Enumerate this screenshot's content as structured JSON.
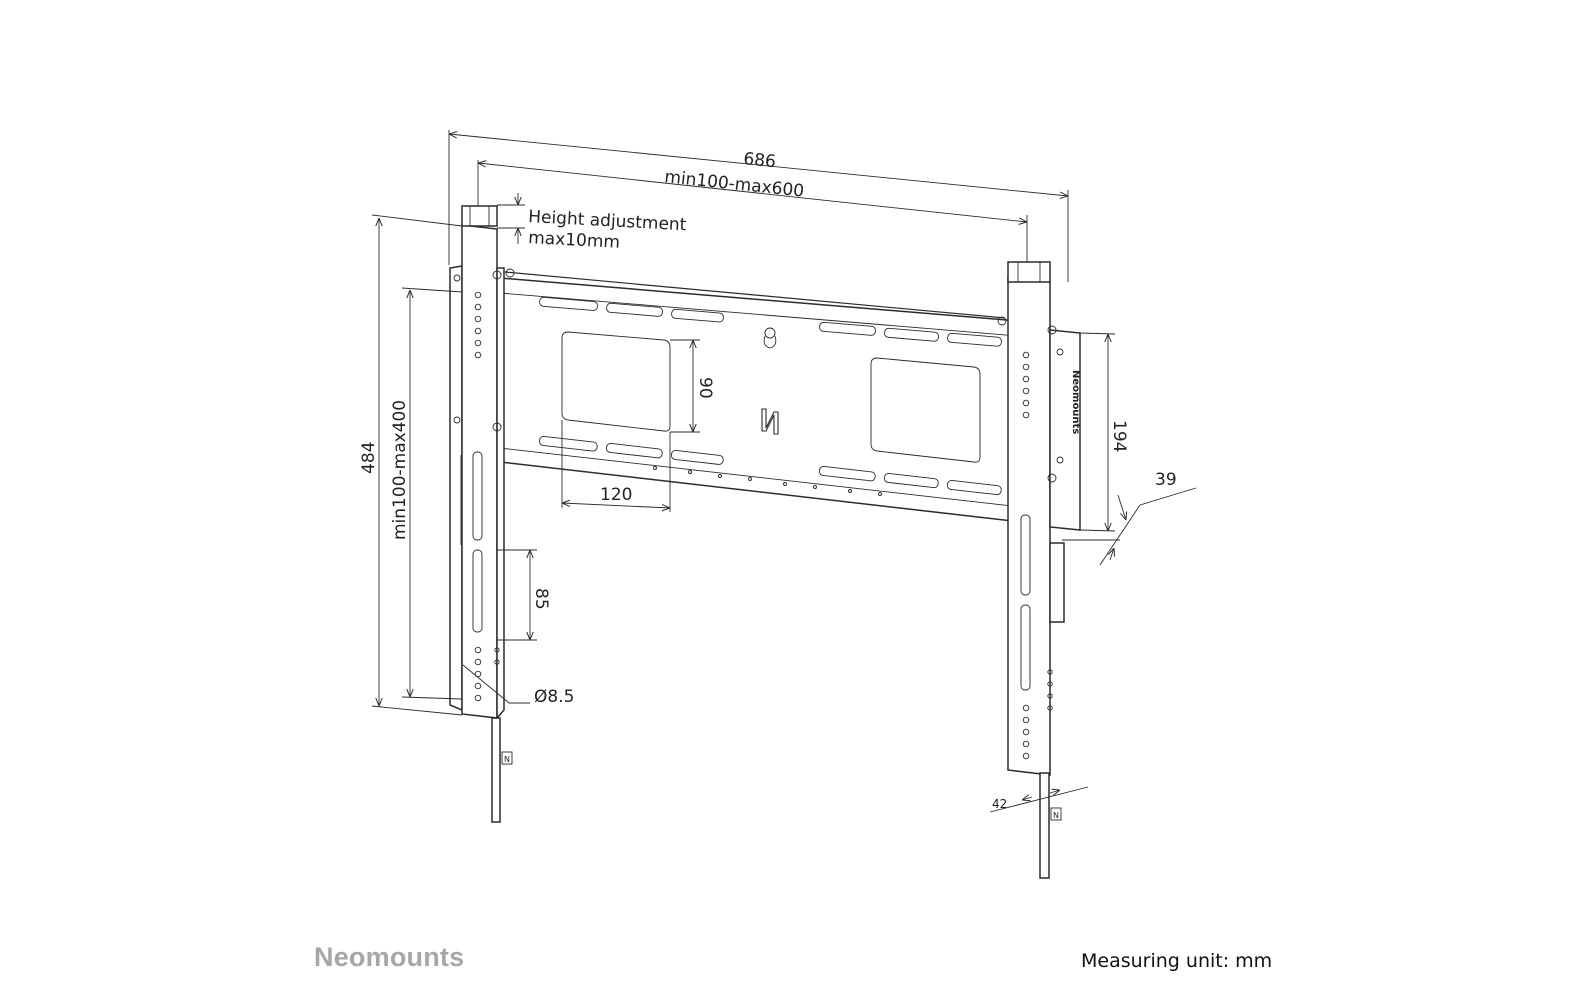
{
  "brand": "Neomounts",
  "measuring_unit": "Measuring unit: mm",
  "colors": {
    "line": "#2b2b2b",
    "brand_gray": "#a7a7a7",
    "background": "#ffffff"
  },
  "icons": {
    "logo_mark": "neomounts-n-logo"
  },
  "dimensions": {
    "overall_width": "686",
    "vesa_horizontal": "min100-max600",
    "height_adjustment_line1": "Height adjustment",
    "height_adjustment_line2": "max10mm",
    "overall_height": "484",
    "vesa_vertical": "min100-max400",
    "slot_spacing_vertical": "90",
    "slot_spacing_horizontal": "120",
    "rail_height": "194",
    "wall_distance": "39",
    "arm_slot_length": "85",
    "hole_diameter": "Ø8.5",
    "arm_width": "42",
    "plate_logo_text": "Neomounts"
  }
}
